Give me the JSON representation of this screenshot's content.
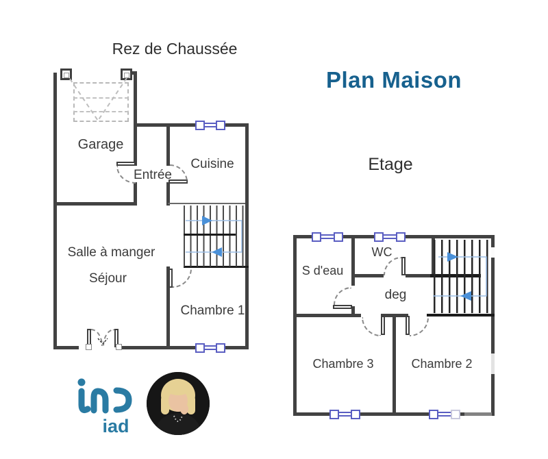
{
  "title": {
    "text": "Plan Maison",
    "color": "#17618e"
  },
  "floors": [
    {
      "title": "Rez de Chaussée",
      "rooms": [
        {
          "name": "Garage"
        },
        {
          "name": "Entrée"
        },
        {
          "name": "Cuisine"
        },
        {
          "name": "Salle à manger"
        },
        {
          "name": "Séjour"
        },
        {
          "name": "Chambre 1"
        }
      ],
      "features": [
        "garage-door",
        "staircase-up",
        "double-entry-door",
        "2 windows"
      ]
    },
    {
      "title": "Etage",
      "rooms": [
        {
          "name": "S d'eau"
        },
        {
          "name": "WC"
        },
        {
          "name": "deg"
        },
        {
          "name": "Chambre 3"
        },
        {
          "name": "Chambre 2"
        }
      ],
      "features": [
        "staircase-down",
        "4 windows"
      ]
    }
  ],
  "branding": {
    "logo_text": "iad",
    "logo_color": "#2a7ba3",
    "agent_photo": "circular portrait of blonde agent"
  },
  "colors": {
    "wall": "#424242",
    "window_frame": "#5a5ec2",
    "stair_path": "#9bbde6",
    "stair_arrow": "#4a90d8",
    "door_arc": "#8a8a8a",
    "garage_door_dash": "#b8b8b8"
  }
}
